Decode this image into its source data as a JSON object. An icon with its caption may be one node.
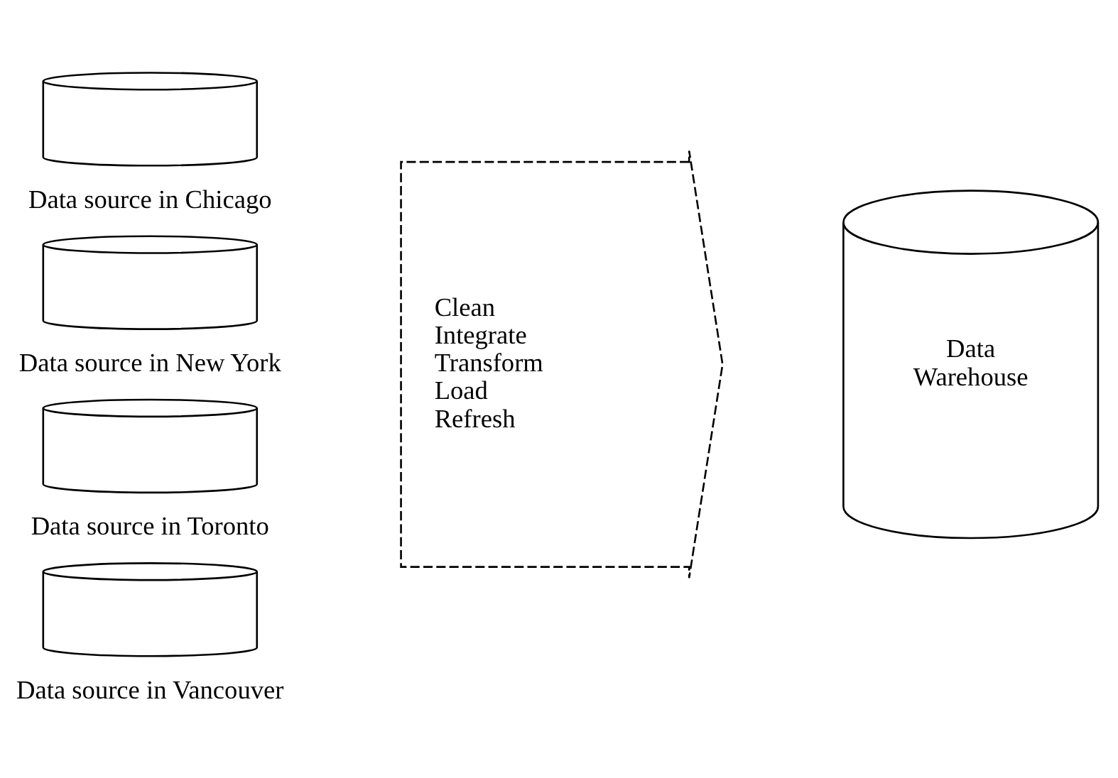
{
  "diagram": {
    "nodes": [
      {
        "text": [],
        "shape": "cylinder",
        "beside": [
          "Data source in Chicago"
        ]
      },
      {
        "text": [],
        "shape": "cylinder",
        "beside": [
          "Data source in New York"
        ]
      },
      {
        "text": [],
        "shape": "cylinder",
        "beside": [
          "Data source in Toronto"
        ]
      },
      {
        "text": [],
        "shape": "cylinder",
        "beside": [
          "Data source in Vancouver"
        ]
      },
      {
        "text": [
          "Clean",
          "Integrate",
          "Transform",
          "Load",
          "Refresh"
        ]
      },
      {
        "text": [
          "Data Warehouse"
        ]
      }
    ],
    "edges": []
  }
}
